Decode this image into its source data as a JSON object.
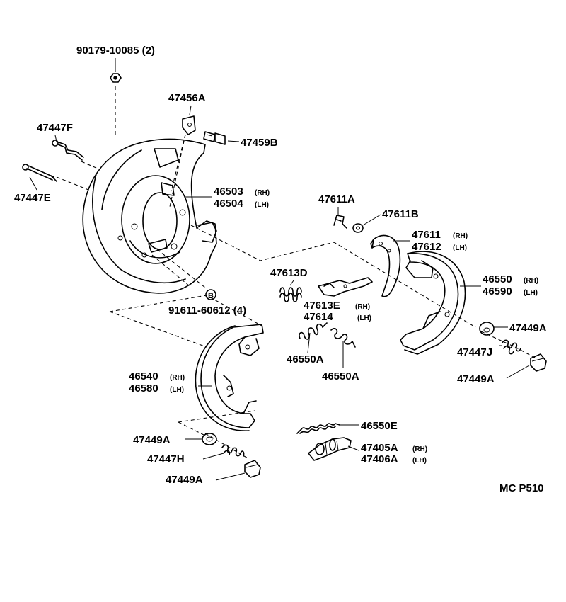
{
  "diagram": {
    "code": "MC P510",
    "labels": {
      "screw": "90179-10085 (2)",
      "l47456A": "47456A",
      "l47459B": "47459B",
      "l47447F": "47447F",
      "l47447E": "47447E",
      "plate_rh": "46503",
      "plate_lh": "46504",
      "bolt": "91611-60612 (4)",
      "bolt_marker": "B",
      "l47611A": "47611A",
      "l47611B": "47611B",
      "lever_rh": "47611",
      "lever_lh": "47612",
      "l47613D": "47613D",
      "strut_rh": "47613E",
      "strut_lh": "47614",
      "shoe_rh": "46550",
      "shoe_lh": "46590",
      "l47449A_right_top": "47449A",
      "l47447J": "47447J",
      "l47449A_right_bottom": "47449A",
      "shoe2_rh": "46540",
      "shoe2_lh": "46580",
      "l46550A_left": "46550A",
      "l46550A_right": "46550A",
      "l46550E": "46550E",
      "adj_rh": "47405A",
      "adj_lh": "47406A",
      "l47449A_left_top": "47449A",
      "l47447H": "47447H",
      "l47449A_left_bottom": "47449A",
      "rh": "(RH)",
      "lh": "(LH)",
      "rh_paren": "(RH)",
      "lh_paren": "(LH)"
    }
  }
}
